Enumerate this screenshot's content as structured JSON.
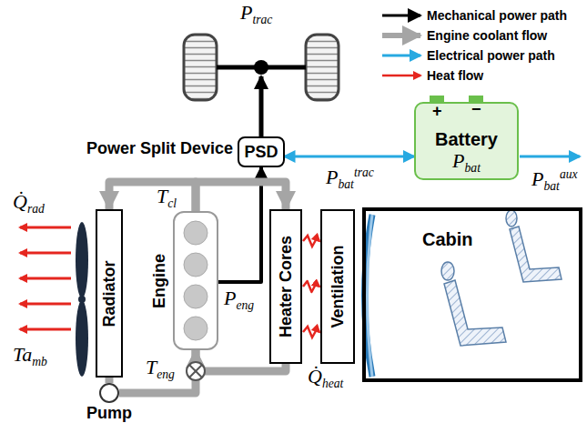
{
  "diagram": {
    "nodes": [
      {
        "text": [
          "PSD"
        ]
      },
      {
        "text": [
          "Battery",
          "Pbat"
        ]
      },
      {
        "text": [
          "Radiator"
        ]
      },
      {
        "text": [
          "Engine"
        ]
      },
      {
        "text": [
          "Heater Cores"
        ]
      },
      {
        "text": [
          "Ventilation"
        ]
      },
      {
        "text": [
          "Cabin"
        ]
      },
      {
        "text": [
          "Pump"
        ]
      }
    ],
    "edges": [
      {
        "from": 3,
        "to": 0,
        "arrow": "to"
      },
      {
        "from": 0,
        "to": 1,
        "label": "Pbattrac",
        "arrow": "both"
      },
      {
        "from": 3,
        "to": 2,
        "arrow": "to"
      },
      {
        "from": 3,
        "to": 4,
        "arrow": "to"
      },
      {
        "from": 2,
        "to": 7,
        "arrow": "none"
      },
      {
        "from": 7,
        "to": 3,
        "arrow": "to"
      },
      {
        "from": 4,
        "to": 3,
        "arrow": "to"
      },
      {
        "from": 4,
        "to": 5,
        "arrow": "to"
      }
    ],
    "labels": [
      "Ptrac",
      "Power Split Device",
      "Pbataux",
      "+",
      "−",
      "Tcl",
      "Peng",
      "Q̇rad",
      "Tamb",
      "Teng",
      "Q̇heat"
    ],
    "legend": [
      {
        "text": "Mechanical power path"
      },
      {
        "text": "Engine coolant flow"
      },
      {
        "text": "Electrical power path"
      },
      {
        "text": "Heat flow"
      }
    ]
  }
}
